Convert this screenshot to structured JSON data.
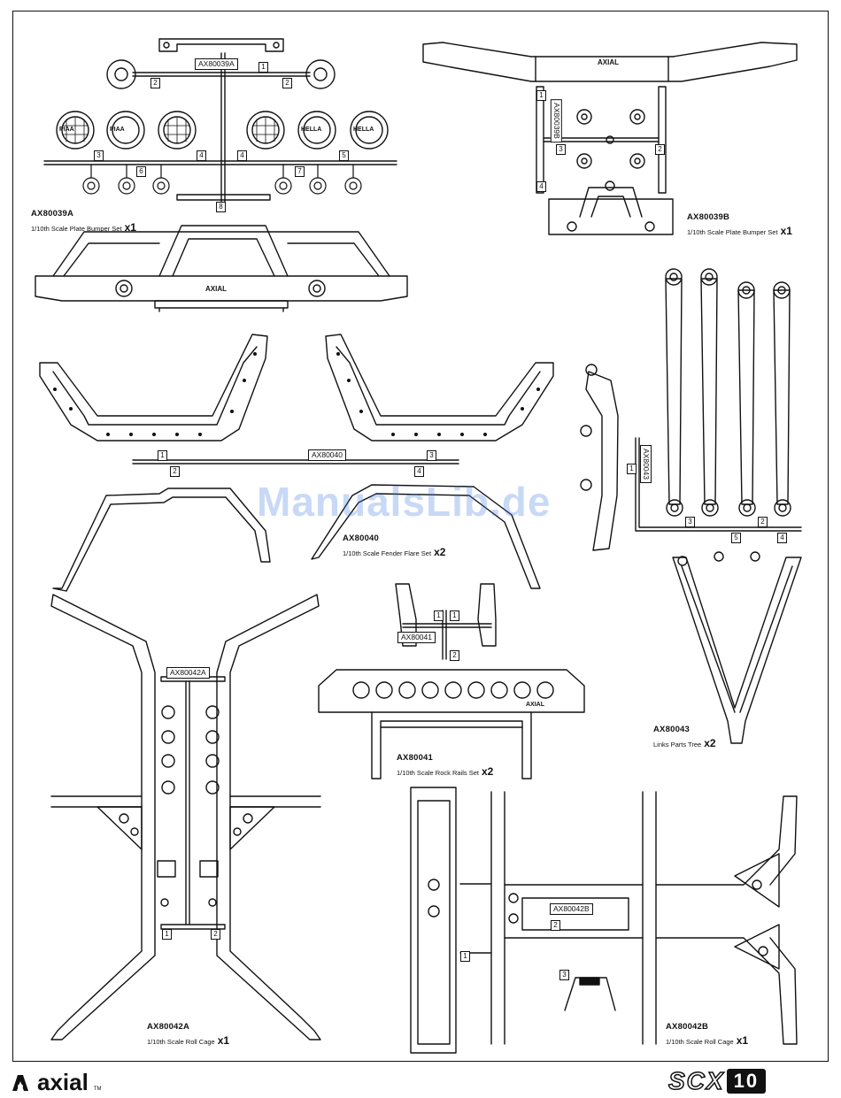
{
  "kits": [
    {
      "id": "ax80039a",
      "code": "AX80039A",
      "desc": "1/10th Scale Plate Bumper Set",
      "qty": "x1"
    },
    {
      "id": "ax80039b",
      "code": "AX80039B",
      "desc": "1/10th Scale Plate Bumper Set",
      "qty": "x1"
    },
    {
      "id": "ax80040",
      "code": "AX80040",
      "desc": "1/10th Scale Fender Flare Set",
      "qty": "x2"
    },
    {
      "id": "ax80043",
      "code": "AX80043",
      "desc": "Links Parts Tree",
      "qty": "x2"
    },
    {
      "id": "ax80041",
      "code": "AX80041",
      "desc": "1/10th Scale Rock Rails Set",
      "qty": "x2"
    },
    {
      "id": "ax80042a",
      "code": "AX80042A",
      "desc": "1/10th Scale Roll Cage",
      "qty": "x1"
    },
    {
      "id": "ax80042b",
      "code": "AX80042B",
      "desc": "1/10th Scale Roll Cage",
      "qty": "x1"
    }
  ],
  "sprue_tags": {
    "ax80039a": "AX80039A",
    "ax80039b": "AX80039B",
    "ax80040": "AX80040",
    "ax80043": "AX80043",
    "ax80041": "AX80041",
    "ax80042a": "AX80042A",
    "ax80042b": "AX80042B"
  },
  "part_numbers": {
    "a39": [
      "1",
      "2",
      "2",
      "3",
      "4",
      "4",
      "5",
      "6",
      "7",
      "8"
    ],
    "b39": [
      "1",
      "2",
      "3",
      "4"
    ],
    "f40": [
      "1",
      "2",
      "3",
      "4"
    ],
    "l43": [
      "1",
      "2",
      "3",
      "4",
      "5"
    ],
    "r41": [
      "1",
      "1",
      "2"
    ],
    "c42a": [
      "1",
      "2"
    ],
    "c42b": [
      "1",
      "2",
      "3"
    ]
  },
  "brand_marks": {
    "bumper_logo": "AXIAL",
    "light_label_piaa": "PIAA",
    "light_label_hella": "HELLA"
  },
  "watermark": "ManualsLib.de",
  "footer": {
    "logo_text": "axial",
    "trademark": "TM",
    "model_outline": "SCX",
    "model_number": "10"
  }
}
